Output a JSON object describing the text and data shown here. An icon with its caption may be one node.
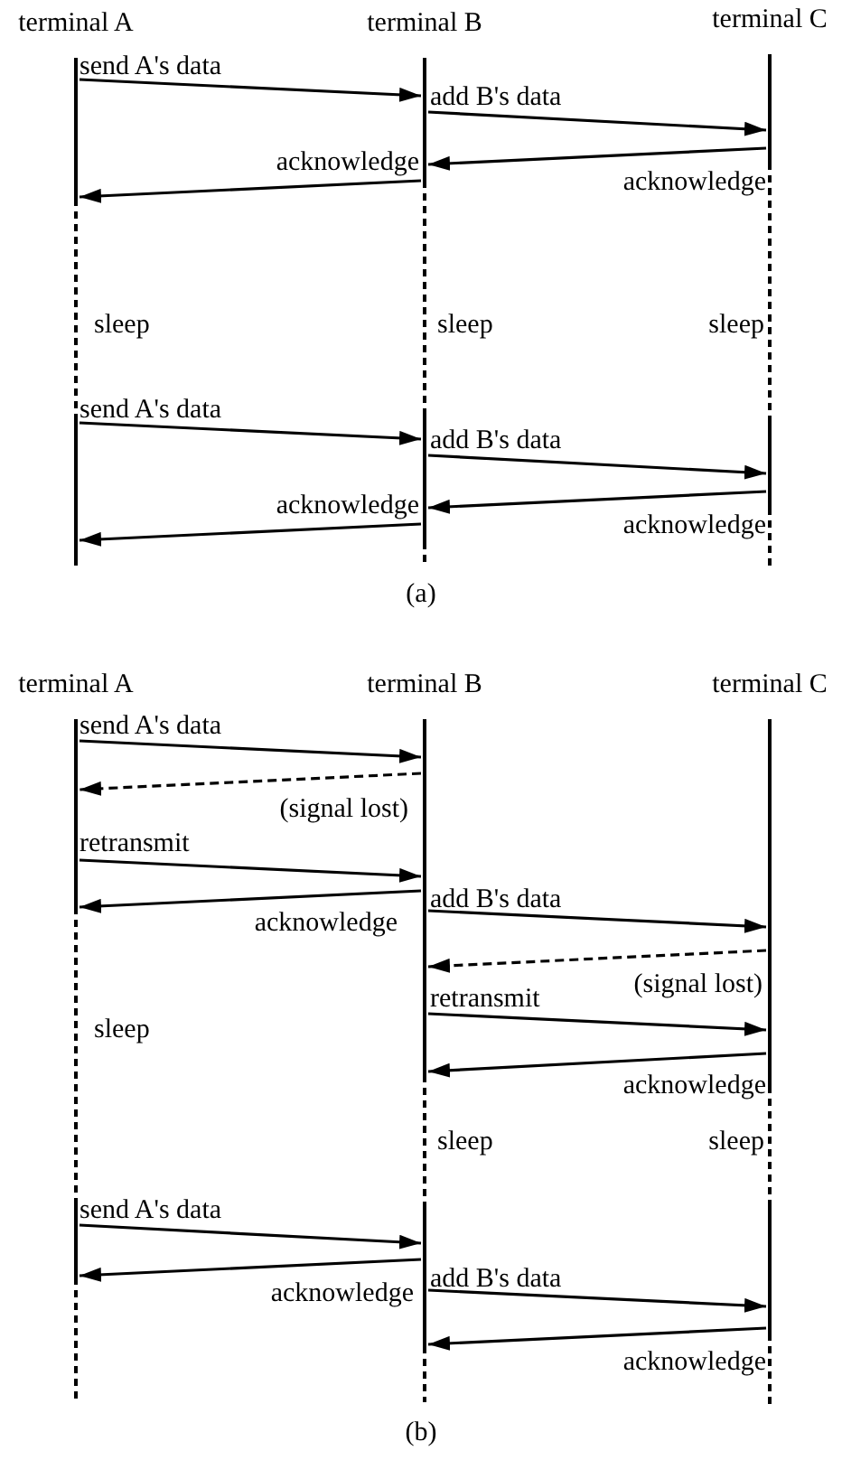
{
  "diagram": {
    "nodes": [
      {
        "text": [
          "terminal A"
        ]
      },
      {
        "text": [
          "terminal B"
        ]
      },
      {
        "text": [
          "terminal C"
        ]
      },
      {
        "text": [
          "terminal A"
        ]
      },
      {
        "text": [
          "terminal B"
        ]
      },
      {
        "text": [
          "terminal C"
        ]
      }
    ],
    "edges": [
      {
        "from": 0,
        "to": 1,
        "arrow": "to",
        "label": "send A's data"
      },
      {
        "from": 1,
        "to": 2,
        "arrow": "to",
        "label": "add B's data"
      },
      {
        "from": 2,
        "to": 1,
        "arrow": "to",
        "label": "acknowledge"
      },
      {
        "from": 1,
        "to": 0,
        "arrow": "to",
        "label": "acknowledge"
      },
      {
        "from": 0,
        "to": 1,
        "arrow": "to",
        "label": "send A's data"
      },
      {
        "from": 1,
        "to": 2,
        "arrow": "to",
        "label": "add B's data"
      },
      {
        "from": 2,
        "to": 1,
        "arrow": "to",
        "label": "acknowledge"
      },
      {
        "from": 1,
        "to": 0,
        "arrow": "to",
        "label": "acknowledge"
      },
      {
        "from": 3,
        "to": 4,
        "arrow": "to",
        "label": "send A's data"
      },
      {
        "from": 4,
        "to": 3,
        "arrow": "to",
        "label": "(signal lost)",
        "style": "dashed"
      },
      {
        "from": 3,
        "to": 4,
        "arrow": "to",
        "label": "retransmit"
      },
      {
        "from": 4,
        "to": 3,
        "arrow": "to",
        "label": "acknowledge"
      },
      {
        "from": 4,
        "to": 5,
        "arrow": "to",
        "label": "add B's data"
      },
      {
        "from": 5,
        "to": 4,
        "arrow": "to",
        "label": "(signal lost)",
        "style": "dashed"
      },
      {
        "from": 4,
        "to": 5,
        "arrow": "to",
        "label": "retransmit"
      },
      {
        "from": 5,
        "to": 4,
        "arrow": "to",
        "label": "acknowledge"
      },
      {
        "from": 3,
        "to": 4,
        "arrow": "to",
        "label": "send A's data"
      },
      {
        "from": 4,
        "to": 3,
        "arrow": "to",
        "label": "acknowledge"
      },
      {
        "from": 4,
        "to": 5,
        "arrow": "to",
        "label": "add B's data"
      },
      {
        "from": 5,
        "to": 4,
        "arrow": "to",
        "label": "acknowledge"
      }
    ],
    "labels": [
      "sleep",
      "sleep",
      "sleep",
      "(a)",
      "sleep",
      "sleep",
      "sleep",
      "(b)"
    ]
  }
}
